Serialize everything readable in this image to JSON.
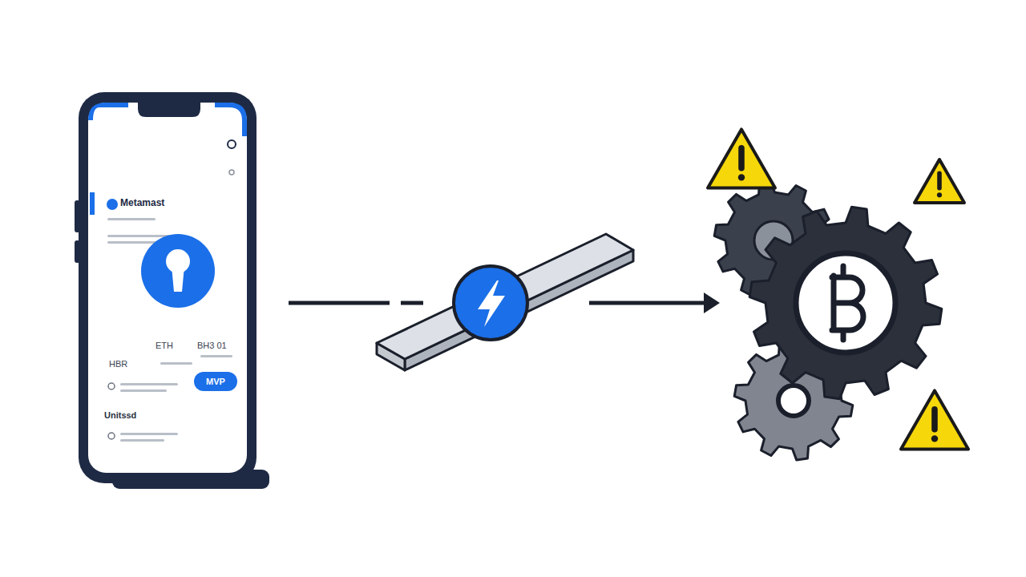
{
  "diagram": {
    "nodes": [
      {
        "text": [
          "Metamast",
          "HBR",
          "ETH",
          "BH3 01",
          "Unitssd"
        ]
      },
      {
        "text": [
          "MVP"
        ],
        "in": 0
      }
    ]
  }
}
